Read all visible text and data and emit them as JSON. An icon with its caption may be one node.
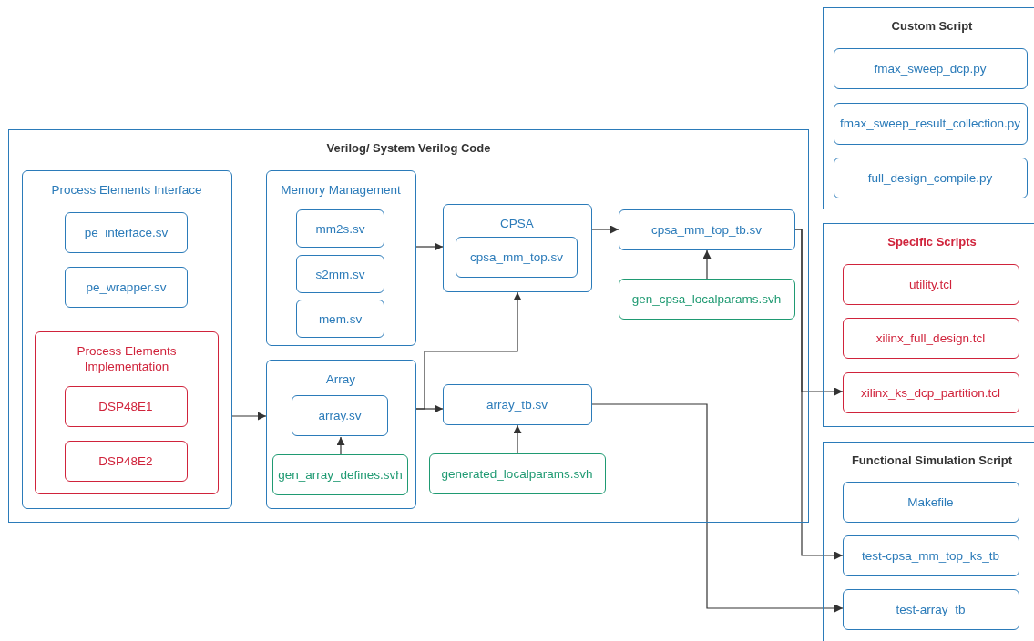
{
  "diagram": {
    "nodes": [
      {
        "text": [
          "Custom Script"
        ]
      },
      {
        "text": [
          "fmax_sweep_dcp.py"
        ],
        "in": 0
      },
      {
        "text": [
          "fmax_sweep_result_collection.py"
        ],
        "in": 0
      },
      {
        "text": [
          "full_design_compile.py"
        ],
        "in": 0
      },
      {
        "text": [
          "Verilog/ System Verilog Code"
        ]
      },
      {
        "text": [
          "Process Elements Interface"
        ],
        "in": 4
      },
      {
        "text": [
          "pe_interface.sv"
        ],
        "in": 5
      },
      {
        "text": [
          "pe_wrapper.sv"
        ],
        "in": 5
      },
      {
        "text": [
          "Process Elements Implementation"
        ],
        "in": 5
      },
      {
        "text": [
          "DSP48E1"
        ],
        "in": 8
      },
      {
        "text": [
          "DSP48E2"
        ],
        "in": 8
      },
      {
        "text": [
          "Memory Management"
        ],
        "in": 4
      },
      {
        "text": [
          "mm2s.sv"
        ],
        "in": 11
      },
      {
        "text": [
          "s2mm.sv"
        ],
        "in": 11
      },
      {
        "text": [
          "mem.sv"
        ],
        "in": 11
      },
      {
        "text": [
          "CPSA"
        ],
        "in": 4
      },
      {
        "text": [
          "cpsa_mm_top.sv"
        ],
        "in": 15
      },
      {
        "text": [
          "cpsa_mm_top_tb.sv"
        ],
        "in": 4
      },
      {
        "text": [
          "gen_cpsa_localparams.svh"
        ],
        "in": 4
      },
      {
        "text": [
          "Array"
        ],
        "in": 4
      },
      {
        "text": [
          "array.sv"
        ],
        "in": 19
      },
      {
        "text": [
          "gen_array_defines.svh"
        ],
        "in": 19
      },
      {
        "text": [
          "array_tb.sv"
        ],
        "in": 4
      },
      {
        "text": [
          "generated_localparams.svh"
        ],
        "in": 4
      },
      {
        "text": [
          "Specific Scripts"
        ]
      },
      {
        "text": [
          "utility.tcl"
        ],
        "in": 24
      },
      {
        "text": [
          "xilinx_full_design.tcl"
        ],
        "in": 24
      },
      {
        "text": [
          "xilinx_ks_dcp_partition.tcl"
        ],
        "in": 24
      },
      {
        "text": [
          "Functional Simulation Script"
        ]
      },
      {
        "text": [
          "Makefile"
        ],
        "in": 28
      },
      {
        "text": [
          "test-cpsa_mm_top_ks_tb"
        ],
        "in": 28
      },
      {
        "text": [
          "test-array_tb"
        ],
        "in": 28
      }
    ],
    "edges": [
      {
        "from": 5,
        "to": 19,
        "arrow": "to"
      },
      {
        "from": 11,
        "to": 15,
        "arrow": "to"
      },
      {
        "from": 15,
        "to": 17,
        "arrow": "to"
      },
      {
        "from": 18,
        "to": 17,
        "arrow": "to"
      },
      {
        "from": 21,
        "to": 20,
        "arrow": "to"
      },
      {
        "from": 23,
        "to": 22,
        "arrow": "to"
      },
      {
        "from": 19,
        "to": 15,
        "arrow": "to"
      },
      {
        "from": 19,
        "to": 22,
        "arrow": "to"
      },
      {
        "from": 17,
        "to": 27,
        "arrow": "to"
      },
      {
        "from": 17,
        "to": 30,
        "arrow": "to"
      },
      {
        "from": 22,
        "to": 31,
        "arrow": "to"
      }
    ]
  }
}
